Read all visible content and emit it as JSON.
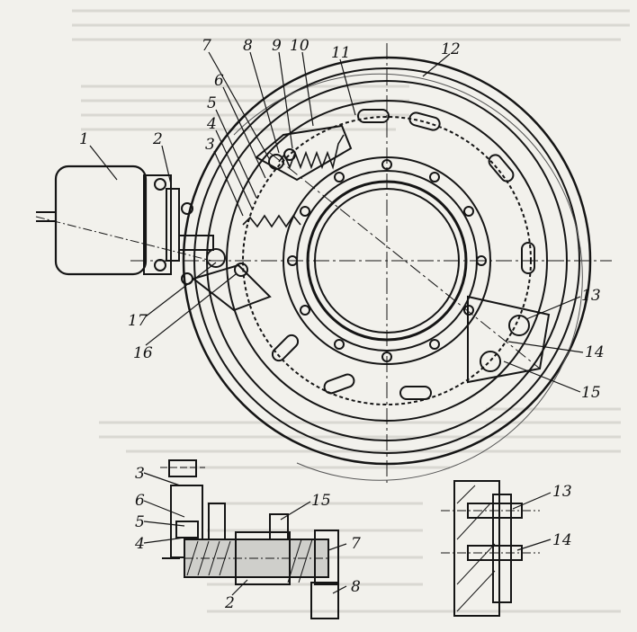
{
  "diagram": {
    "main_view_labels": [
      {
        "id": "l1",
        "text": "1"
      },
      {
        "id": "l2",
        "text": "2"
      },
      {
        "id": "l3",
        "text": "3"
      },
      {
        "id": "l4",
        "text": "4"
      },
      {
        "id": "l5",
        "text": "5"
      },
      {
        "id": "l6",
        "text": "6"
      },
      {
        "id": "l7",
        "text": "7"
      },
      {
        "id": "l8",
        "text": "8"
      },
      {
        "id": "l9",
        "text": "9"
      },
      {
        "id": "l10",
        "text": "10"
      },
      {
        "id": "l11",
        "text": "11"
      },
      {
        "id": "l12",
        "text": "12"
      },
      {
        "id": "l13",
        "text": "13"
      },
      {
        "id": "l14",
        "text": "14"
      },
      {
        "id": "l15",
        "text": "15"
      },
      {
        "id": "l16",
        "text": "16"
      },
      {
        "id": "l17",
        "text": "17"
      }
    ],
    "section_left_labels": [
      {
        "id": "s3",
        "text": "3"
      },
      {
        "id": "s6",
        "text": "6"
      },
      {
        "id": "s5",
        "text": "5"
      },
      {
        "id": "s4",
        "text": "4"
      },
      {
        "id": "s15",
        "text": "15"
      },
      {
        "id": "s7",
        "text": "7"
      },
      {
        "id": "s8",
        "text": "8"
      },
      {
        "id": "s2",
        "text": "2"
      }
    ],
    "section_right_labels": [
      {
        "id": "r13",
        "text": "13"
      },
      {
        "id": "r14",
        "text": "14"
      }
    ]
  }
}
